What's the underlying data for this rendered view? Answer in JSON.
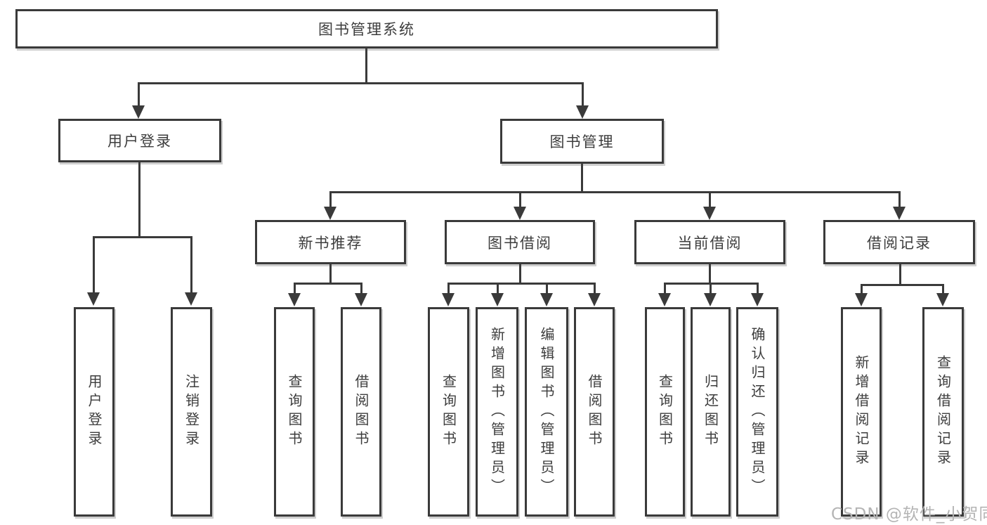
{
  "diagram": {
    "root": {
      "label": "图书管理系统"
    },
    "branches": [
      {
        "label": "用户登录",
        "children": [
          {
            "label": "用户登录"
          },
          {
            "label": "注销登录"
          }
        ]
      },
      {
        "label": "图书管理",
        "children": [
          {
            "label": "新书推荐",
            "children": [
              {
                "label": "查询图书"
              },
              {
                "label": "借阅图书"
              }
            ]
          },
          {
            "label": "图书借阅",
            "children": [
              {
                "label": "查询图书"
              },
              {
                "label": "新增图书（管理员）"
              },
              {
                "label": "编辑图书（管理员）"
              },
              {
                "label": "借阅图书"
              }
            ]
          },
          {
            "label": "当前借阅",
            "children": [
              {
                "label": "查询图书"
              },
              {
                "label": "归还图书"
              },
              {
                "label": "确认归还（管理员）"
              }
            ]
          },
          {
            "label": "借阅记录",
            "children": [
              {
                "label": "新增借阅记录"
              },
              {
                "label": "查询借阅记录"
              }
            ]
          }
        ]
      }
    ]
  },
  "watermark": {
    "text": "CSDN @软件_小贺同学"
  },
  "colors": {
    "line": "#3a3a3a",
    "text": "#3d3d3d",
    "watermark": "#b4b4b4",
    "background": "#ffffff"
  }
}
